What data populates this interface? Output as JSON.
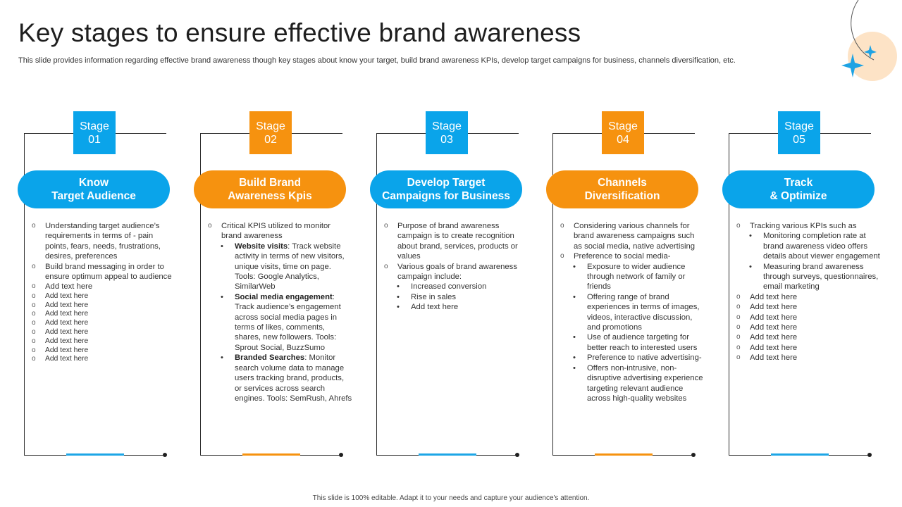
{
  "title": "Key stages to ensure effective brand awareness",
  "subtitle": "This slide provides information regarding effective brand awareness though key stages about know your target, build brand awareness KPIs, develop target campaigns for business, channels diversification, etc.",
  "footer": "This slide is 100% editable. Adapt it to your needs and capture your audience's attention.",
  "colors": {
    "blue": "#0aa4ea",
    "orange": "#f6920f"
  },
  "stages": [
    {
      "badge_line1": "Stage",
      "badge_line2": "01",
      "heading_line1": "Know",
      "heading_line2": "Target Audience",
      "items": [
        "Understanding target audience’s requirements in terms of - pain points, fears, needs, frustrations, desires, preferences",
        "Build brand messaging in order to ensure optimum appeal to audience",
        "Add text here",
        "Add text here",
        "Add text here",
        "Add text here",
        "Add text here",
        "Add text here",
        "Add text here",
        "Add text here",
        "Add text here"
      ]
    },
    {
      "badge_line1": "Stage",
      "badge_line2": "02",
      "heading_line1": "Build Brand",
      "heading_line2": "Awareness Kpis",
      "intro": "Critical KPIS utilized to monitor brand awareness",
      "subs": [
        {
          "bold": "Website visits",
          "text": ": Track website activity in terms of new visitors, unique visits, time on page. Tools: Google Analytics, SimilarWeb"
        },
        {
          "bold": "Social media engagement",
          "text": ": Track audience’s engagement across social media pages in terms of likes, comments, shares, new followers. Tools: Sprout Social, BuzzSumo"
        },
        {
          "bold": "Branded Searches",
          "text": ": Monitor search volume data to manage users tracking brand, products, or services across search engines. Tools: SemRush, Ahrefs"
        }
      ]
    },
    {
      "badge_line1": "Stage",
      "badge_line2": "03",
      "heading_line1": "Develop Target",
      "heading_line2": "Campaigns for Business",
      "item1": "Purpose of brand awareness campaign is to create recognition about brand, services, products or values",
      "item2": "Various goals of brand awareness campaign include:",
      "subs": [
        "Increased conversion",
        "Rise in sales",
        "Add text here"
      ]
    },
    {
      "badge_line1": "Stage",
      "badge_line2": "04",
      "heading_line1": "Channels",
      "heading_line2": "Diversification",
      "item1": "Considering various channels for brand awareness campaigns such as social media, native advertising",
      "item2": "Preference to social media-",
      "subs": [
        "Exposure to wider audience through network of family or friends",
        "Offering range of brand experiences in terms of images, videos, interactive discussion, and promotions",
        "Use of audience targeting for better reach to interested users",
        "Preference to native advertising-",
        "Offers non-intrusive, non-disruptive advertising experience targeting relevant audience across high-quality websites"
      ]
    },
    {
      "badge_line1": "Stage",
      "badge_line2": "05",
      "heading_line1": "Track",
      "heading_line2": "& Optimize",
      "item1": "Tracking various KPIs such as",
      "subs": [
        "Monitoring completion rate at brand awareness video offers details about viewer engagement",
        "Measuring brand awareness through surveys, questionnaires, email marketing"
      ],
      "items": [
        "Add text here",
        "Add text here",
        "Add text here",
        "Add text here",
        "Add text here",
        "Add text here",
        "Add text here"
      ]
    }
  ]
}
